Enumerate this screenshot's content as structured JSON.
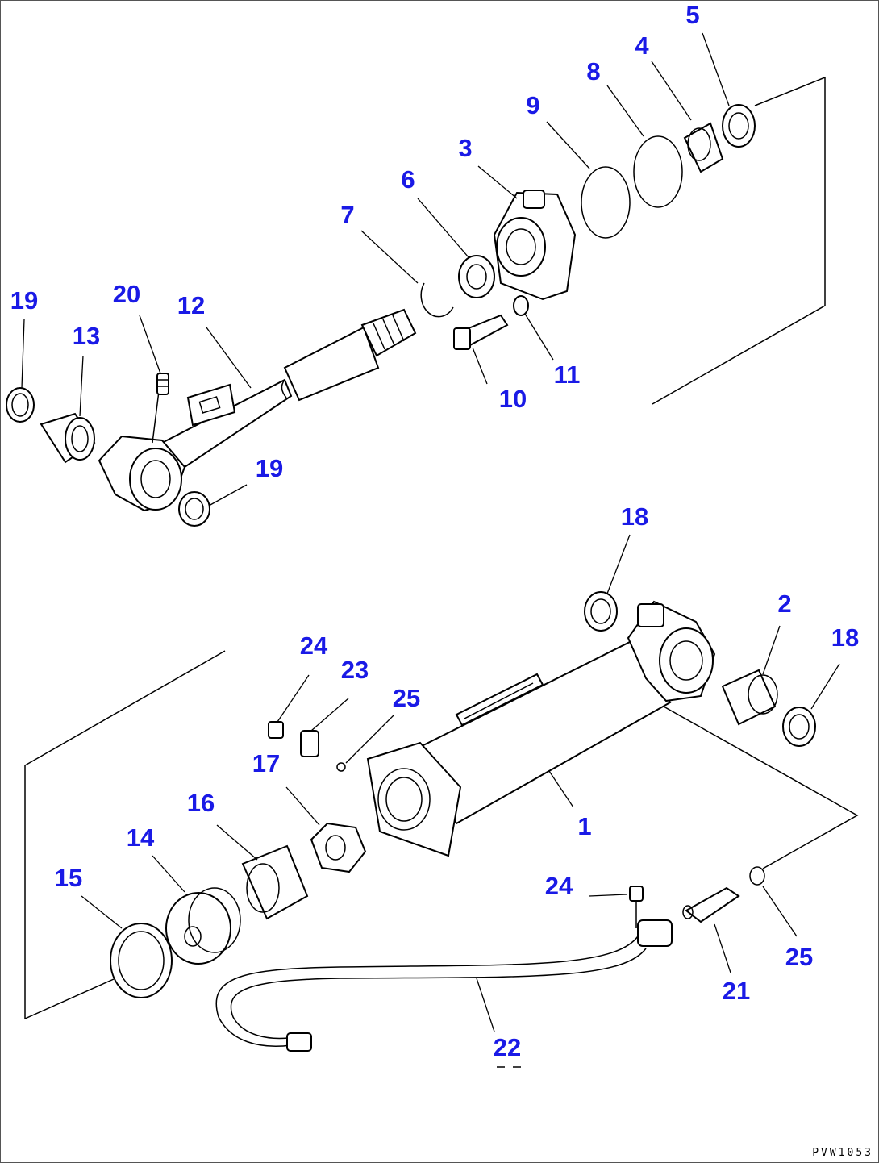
{
  "drawing": {
    "code": "PVW1053",
    "callout_color": "#1a1ae6",
    "line_color": "#000000"
  },
  "callouts": {
    "p1": "1",
    "p2": "2",
    "p3": "3",
    "p4": "4",
    "p5": "5",
    "p6": "6",
    "p7": "7",
    "p8": "8",
    "p9": "9",
    "p10": "10",
    "p11": "11",
    "p12": "12",
    "p13": "13",
    "p14": "14",
    "p15": "15",
    "p16": "16",
    "p17": "17",
    "p18a": "18",
    "p18b": "18",
    "p19a": "19",
    "p19b": "19",
    "p20": "20",
    "p21": "21",
    "p22": "22",
    "p23": "23",
    "p24a": "24",
    "p24b": "24",
    "p25a": "25",
    "p25b": "25"
  }
}
